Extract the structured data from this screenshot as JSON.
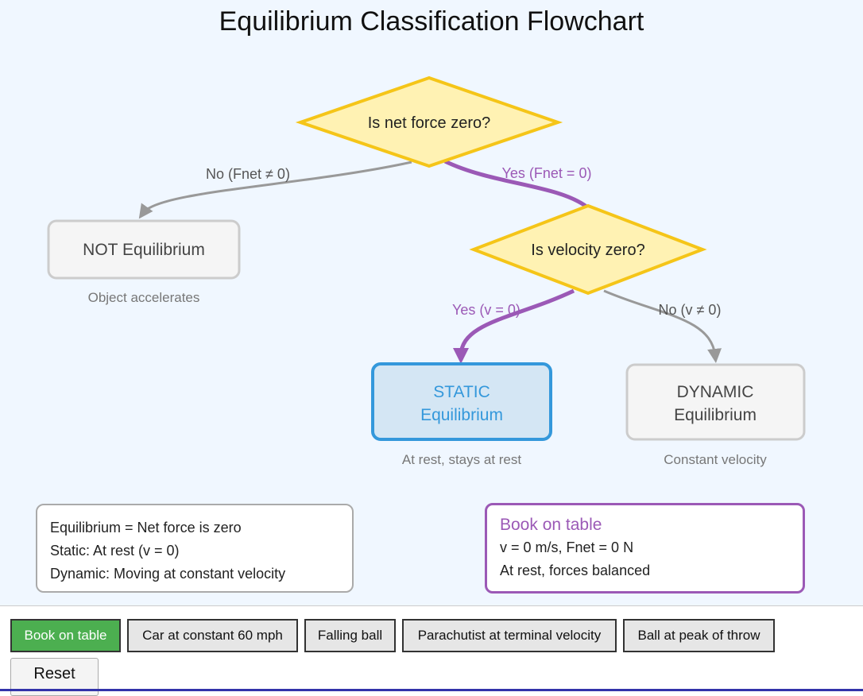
{
  "title": "Equilibrium Classification Flowchart",
  "nodes": {
    "net_force": {
      "label": "Is net force zero?"
    },
    "velocity": {
      "label": "Is velocity zero?"
    },
    "not_eq": {
      "label": "NOT Equilibrium",
      "caption": "Object accelerates"
    },
    "static": {
      "line1": "STATIC",
      "line2": "Equilibrium",
      "caption": "At rest, stays at rest"
    },
    "dynamic": {
      "line1": "DYNAMIC",
      "line2": "Equilibrium",
      "caption": "Constant velocity"
    }
  },
  "edges": {
    "no_fnet": "No (Fnet ≠ 0)",
    "yes_fnet": "Yes (Fnet = 0)",
    "yes_v": "Yes (v = 0)",
    "no_v": "No (v ≠ 0)"
  },
  "legend": {
    "lines": [
      "Equilibrium = Net force is zero",
      "Static: At rest (v = 0)",
      "Dynamic: Moving at constant velocity"
    ]
  },
  "example": {
    "title": "Book on table",
    "line1": "v = 0 m/s, Fnet = 0 N",
    "line2": "At rest, forces balanced"
  },
  "controls": {
    "buttons": [
      "Book on table",
      "Car at constant 60 mph",
      "Falling ball",
      "Parachutist at terminal velocity",
      "Ball at peak of throw"
    ],
    "active_index": 0,
    "reset_label": "Reset"
  },
  "colors": {
    "highlight_path": "#9b59b6",
    "inactive_path": "#999999",
    "decision_fill": "#fff2b3",
    "decision_stroke": "#f5c518",
    "static_fill": "#d4e6f4",
    "static_stroke": "#3498db",
    "active_button": "#4caf50"
  }
}
